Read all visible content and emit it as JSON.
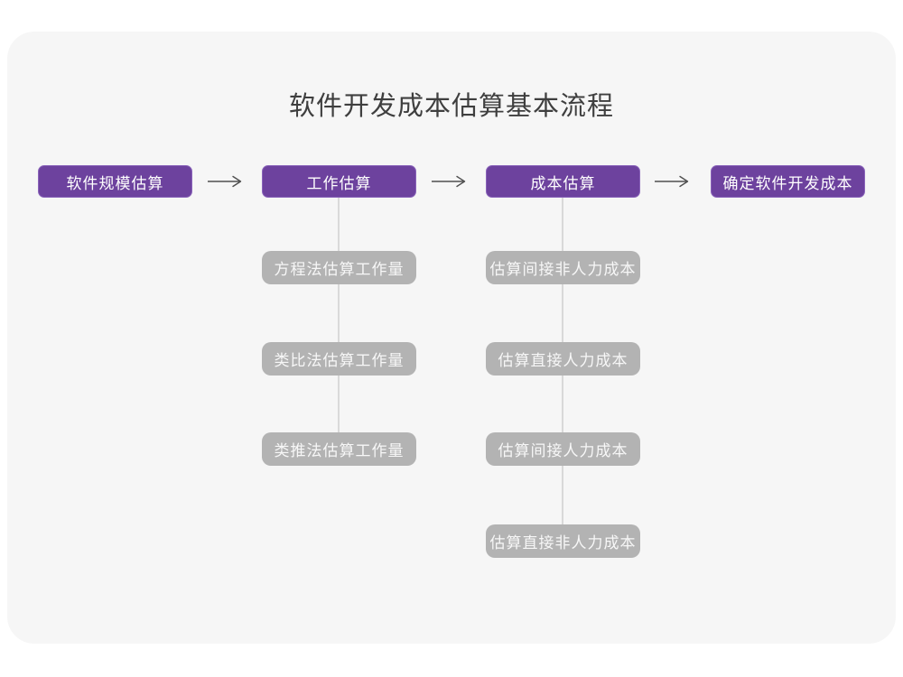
{
  "page": {
    "title": "软件开发成本估算基本流程"
  },
  "colors": {
    "accent_purple": "#6d429e",
    "gray_node": "#b3b3b3",
    "card_background": "#f6f6f6",
    "connector_line": "#d9d9d9",
    "arrow": "#4f4f4f",
    "title_text": "#3f3f3f"
  },
  "flow": {
    "main_steps": [
      {
        "label": "软件规模估算"
      },
      {
        "label": "工作估算"
      },
      {
        "label": "成本估算"
      },
      {
        "label": "确定软件开发成本"
      }
    ],
    "work_estimation_methods": [
      "方程法估算工作量",
      "类比法估算工作量",
      "类推法估算工作量"
    ],
    "cost_estimation_steps": [
      "估算间接非人力成本",
      "估算直接人力成本",
      "估算间接人力成本",
      "估算直接非人力成本"
    ]
  }
}
